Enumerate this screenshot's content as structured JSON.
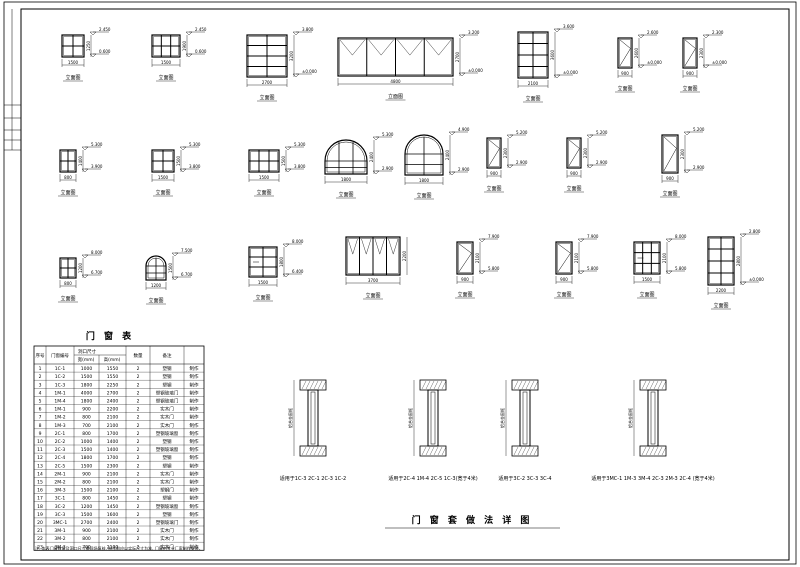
{
  "drawing": {
    "elevation_caption": "立面图",
    "table_title": "门 窗 表",
    "detail_title": "门 窗 套 做 法 详 图",
    "note": "注: 本表门窗数量及洞口尺寸需现场复核, 制作前应以实际尺寸为准, 门窗由专业厂家制作安装。"
  },
  "elevations": [
    {
      "dims": [
        "1500",
        "1250"
      ],
      "levels": [
        "2.450",
        "0.600"
      ]
    },
    {
      "dims": [
        "1500",
        "1900"
      ],
      "levels": [
        "2.450",
        "0.600"
      ]
    },
    {
      "dims": [
        "2700",
        "3200"
      ],
      "levels": [
        "3.800",
        "±0.000"
      ]
    },
    {
      "dims": [
        "4800",
        "2700"
      ],
      "levels": [
        "3.200",
        "±0.000"
      ]
    },
    {
      "dims": [
        "2100",
        "3600"
      ],
      "levels": [
        "3.600",
        "±0.000"
      ]
    },
    {
      "dims": [
        "900",
        "2600"
      ],
      "levels": [
        "2.600",
        "±0.000"
      ]
    },
    {
      "dims": [
        "900",
        "2300"
      ],
      "levels": [
        "2.300",
        "±0.000"
      ]
    },
    {
      "dims": [
        "800",
        "1400"
      ],
      "levels": [
        "5.300",
        "3.900"
      ]
    },
    {
      "dims": [
        "1500",
        "1500"
      ],
      "levels": [
        "5.300",
        "3.800"
      ]
    },
    {
      "dims": [
        "1500",
        "1500"
      ],
      "levels": [
        "5.300",
        "3.800"
      ]
    },
    {
      "dims": [
        "1800",
        "2400"
      ],
      "levels": [
        "5.300",
        "2.900"
      ]
    },
    {
      "dims": [
        "1800",
        "2400"
      ],
      "levels": [
        "4.900",
        "2.900"
      ]
    },
    {
      "dims": [
        "900",
        "2300"
      ],
      "levels": [
        "5.200",
        "2.900"
      ]
    },
    {
      "dims": [
        "900",
        "2300"
      ],
      "levels": [
        "5.200",
        "2.900"
      ]
    },
    {
      "dims": [
        "900",
        "2300"
      ],
      "levels": [
        "5.200",
        "2.900"
      ]
    },
    {
      "dims": [
        "800",
        "1200"
      ],
      "levels": [
        "8.000",
        "6.700"
      ]
    },
    {
      "dims": [
        "1200",
        "1500"
      ],
      "levels": [
        "7.500",
        "6.700"
      ]
    },
    {
      "dims": [
        "1500",
        "1800"
      ],
      "levels": [
        "8.000",
        "6.400"
      ]
    },
    {
      "dims": [
        "3700",
        "2200"
      ],
      "levels": [
        "",
        ""
      ]
    },
    {
      "dims": [
        "900",
        "2100"
      ],
      "levels": [
        "7.900",
        "5.800"
      ]
    },
    {
      "dims": [
        "900",
        "2100"
      ],
      "levels": [
        "7.900",
        "5.800"
      ]
    },
    {
      "dims": [
        "1500",
        "2100"
      ],
      "levels": [
        "8.000",
        "5.800"
      ]
    },
    {
      "dims": [
        "2200",
        "2800"
      ],
      "levels": [
        "2.800",
        "±0.000"
      ]
    }
  ],
  "table": {
    "headers": [
      "序号",
      "门窗编号",
      "宽(mm)",
      "高(mm)",
      "数量",
      "备注"
    ],
    "size_group": "洞口尺寸",
    "rows": [
      [
        "1",
        "1C-1",
        "1000",
        "1550",
        "2",
        "塑钢",
        "制作"
      ],
      [
        "2",
        "1C-2",
        "1500",
        "1550",
        "2",
        "塑钢",
        "制作"
      ],
      [
        "3",
        "1C-3",
        "1800",
        "2250",
        "2",
        "塑钢",
        "制作"
      ],
      [
        "4",
        "1M-1",
        "4000",
        "2700",
        "2",
        "塑钢玻璃门",
        "制作"
      ],
      [
        "5",
        "1M-4",
        "1800",
        "2400",
        "2",
        "塑钢玻璃门",
        "制作"
      ],
      [
        "6",
        "1M-1",
        "900",
        "2200",
        "2",
        "实木门",
        "制作"
      ],
      [
        "7",
        "1M-2",
        "800",
        "2100",
        "2",
        "实木门",
        "制作"
      ],
      [
        "8",
        "1M-3",
        "700",
        "2100",
        "2",
        "实木门",
        "制作"
      ],
      [
        "9",
        "2C-1",
        "800",
        "1700",
        "2",
        "塑钢玻璃窗",
        "制作"
      ],
      [
        "10",
        "2C-2",
        "1000",
        "1400",
        "2",
        "塑钢",
        "制作"
      ],
      [
        "11",
        "2C-3",
        "1500",
        "1400",
        "2",
        "塑钢玻璃窗",
        "制作"
      ],
      [
        "12",
        "2C-4",
        "1800",
        "1700",
        "2",
        "塑钢",
        "制作"
      ],
      [
        "13",
        "2C-5",
        "1500",
        "2300",
        "2",
        "塑钢",
        "制作"
      ],
      [
        "14",
        "2M-1",
        "900",
        "2100",
        "2",
        "实木门",
        "制作"
      ],
      [
        "15",
        "2M-2",
        "800",
        "2100",
        "2",
        "实木门",
        "制作"
      ],
      [
        "16",
        "3M-3",
        "1500",
        "2100",
        "2",
        "塑钢门",
        "制作"
      ],
      [
        "17",
        "3C-1",
        "800",
        "1450",
        "2",
        "塑钢",
        "制作"
      ],
      [
        "18",
        "3C-2",
        "1200",
        "1450",
        "2",
        "塑钢玻璃窗",
        "制作"
      ],
      [
        "19",
        "3C-3",
        "1500",
        "1600",
        "2",
        "塑钢",
        "制作"
      ],
      [
        "20",
        "3MC-1",
        "2700",
        "2400",
        "2",
        "塑钢玻璃门",
        "制作"
      ],
      [
        "21",
        "3M-1",
        "900",
        "2100",
        "2",
        "实木门",
        "制作"
      ],
      [
        "22",
        "3M-2",
        "800",
        "2100",
        "2",
        "实木门",
        "制作"
      ],
      [
        "23",
        "3M-3",
        "700",
        "2100",
        "2",
        "实木门",
        "制作"
      ]
    ]
  },
  "details": [
    {
      "label": "适用于1C-3 2C-1 2C-3 1C-2",
      "side_text": "铝合金窗框"
    },
    {
      "label": "适用于2C-4 1M-4 2C-5 1C-3(宽于4米)",
      "side_text": "铝合金窗框"
    },
    {
      "label": "适用于3C-2 3C-3 3C-4",
      "side_text": "铝合金窗框"
    },
    {
      "label": "适用于3MC-1 1M-3 3M-4 2C-3 2M-3 2C-4 (宽于4米)",
      "side_text": "铝合金窗框"
    }
  ]
}
